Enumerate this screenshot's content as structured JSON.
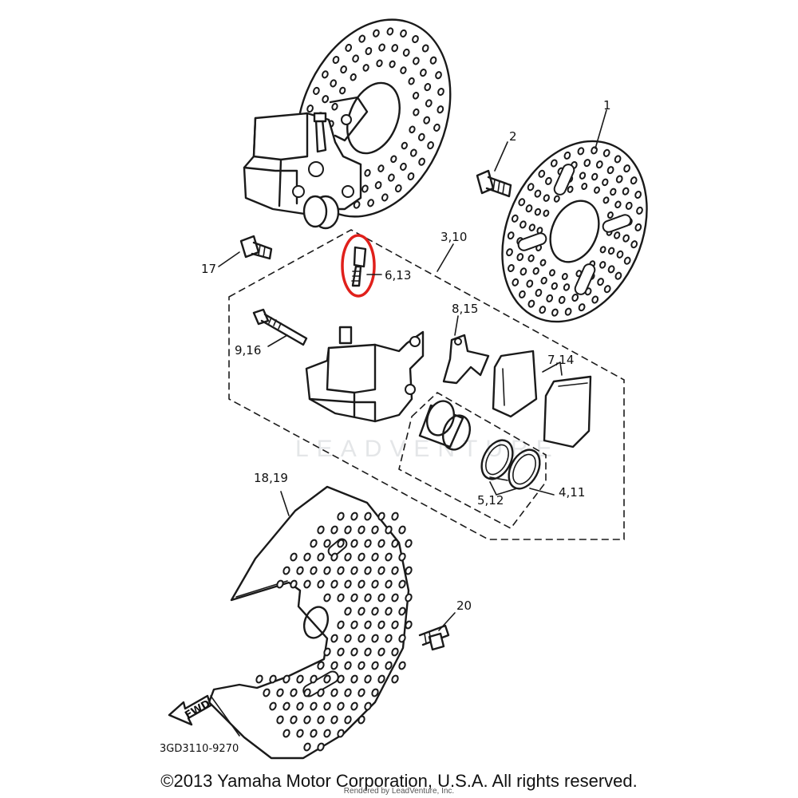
{
  "diagram": {
    "callouts": {
      "c1": "1",
      "c2": "2",
      "c3": "3,10",
      "c4": "4,11",
      "c5": "5,12",
      "c6": "6,13",
      "c7": "7,14",
      "c8": "8,15",
      "c9": "9,16",
      "c17": "17",
      "c18": "18,19",
      "c20": "20"
    },
    "fwd_label": "FWD",
    "drawing_code": "3GD3110-9270",
    "watermark": "LEADVENTURE",
    "highlight_color": "#e0201b"
  },
  "footer": {
    "copyright": "©2013 Yamaha Motor Corporation, U.S.A. All rights reserved.",
    "rendered_by": "Rendered by LeadVenture, Inc."
  }
}
